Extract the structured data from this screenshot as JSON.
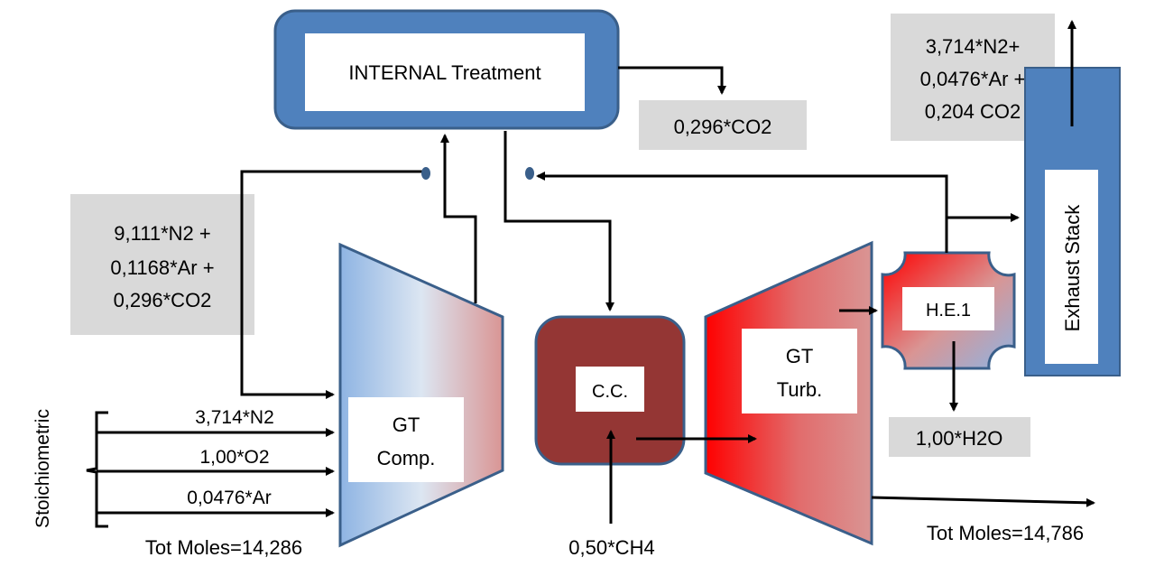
{
  "internal_treatment": {
    "label": "INTERNAL Treatment"
  },
  "co2_out": {
    "label": "0,296*CO2"
  },
  "recycle": {
    "line1": "9,111*N2 +",
    "line2": "0,1168*Ar  +",
    "line3": "0,296*CO2"
  },
  "exhaust_comp": {
    "line1": "3,714*N2+",
    "line2": "0,0476*Ar +",
    "line3": "0,204 CO2"
  },
  "exhaust_stack": {
    "label": "Exhaust Stack"
  },
  "compressor": {
    "line1": "GT",
    "line2": "Comp."
  },
  "combustor": {
    "label": "C.C."
  },
  "turbine": {
    "line1": "GT",
    "line2": "Turb."
  },
  "heat_exchanger": {
    "label": "H.E.1"
  },
  "water_out": {
    "label": "1,00*H2O"
  },
  "inlet": {
    "group_label": "Stoichiometric",
    "streams": [
      "3,714*N2",
      "1,00*O2",
      "0,0476*Ar"
    ],
    "total": "Tot Moles=14,286"
  },
  "fuel": {
    "label": "0,50*CH4"
  },
  "outlet": {
    "total": "Tot Moles=14,786"
  },
  "colors": {
    "block_blue": "#4f81bd",
    "block_border": "#3a5f8a",
    "combustor_fill": "#943634",
    "turbine_red": "#ff0000",
    "label_gray": "#d9d9d9"
  }
}
